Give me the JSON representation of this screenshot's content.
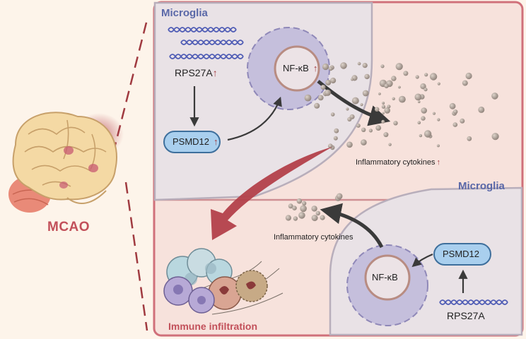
{
  "left": {
    "condition_label": "MCAO"
  },
  "top_panel": {
    "cell_label": "Microglia",
    "gene_label": "RPS27A",
    "protein_label": "PSMD12",
    "factor_label": "NF-κB",
    "cytokines_label": "Inflammatory cytokines",
    "up_symbol": "↑"
  },
  "bottom_panel": {
    "cell_label": "Microglia",
    "gene_label": "RPS27A",
    "protein_label": "PSMD12",
    "factor_label": "NF-κB",
    "cytokines_label": "Inflammatory cytokines",
    "outcome_label": "Immune infiltration"
  },
  "colors": {
    "panel_border": "#d0707a",
    "microglia_title": "#5a68a8",
    "accent_red": "#c2505a",
    "nucleus_fill": "#c5bfdc",
    "protein_fill": "#a9cfee",
    "dna_strand": "#4f5cb5",
    "background": "#fdf4ea"
  },
  "icons": [
    "brain-icon",
    "dna-icon",
    "nucleus-icon",
    "cytokine-dots-icon",
    "immune-cells-icon"
  ]
}
